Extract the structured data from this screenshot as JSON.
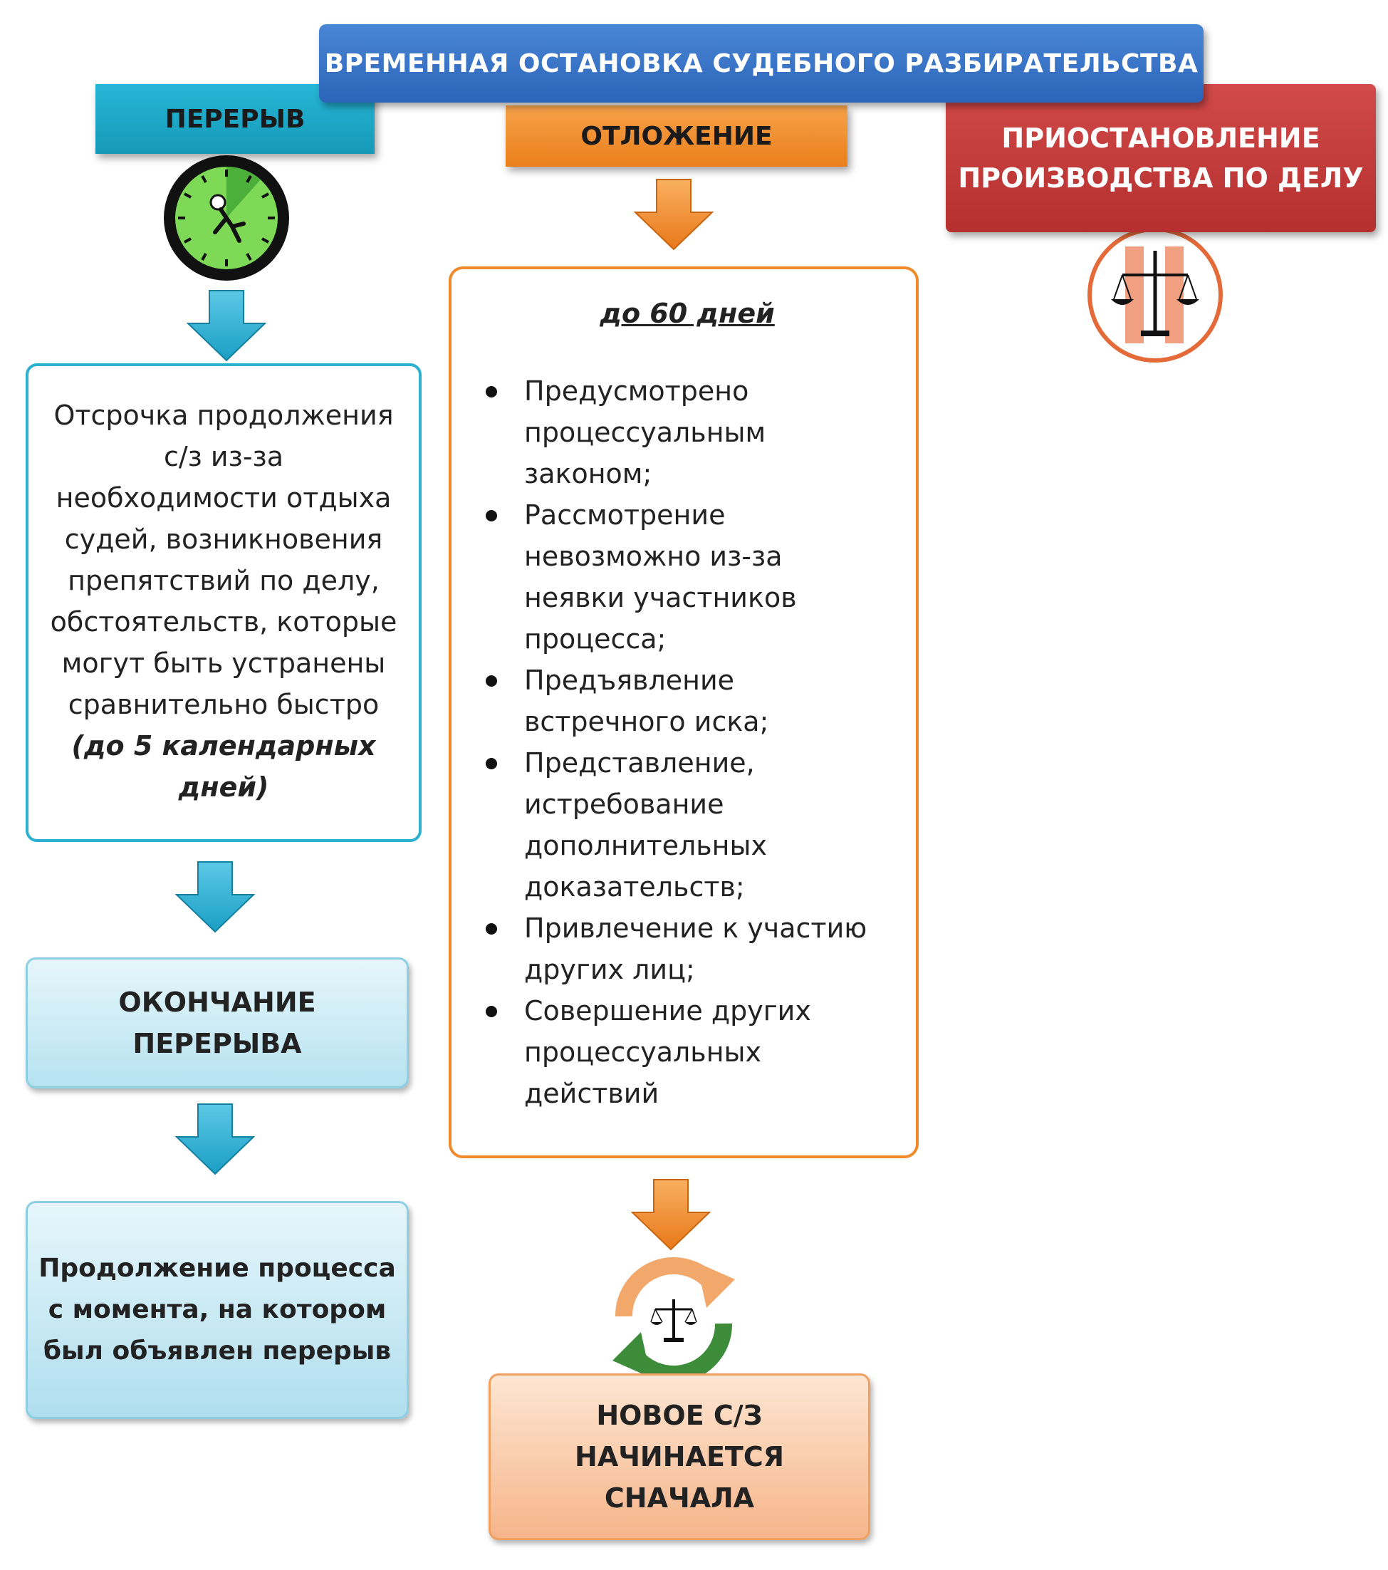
{
  "title": "ВРЕМЕННАЯ ОСТАНОВКА СУДЕБНОГО РАЗБИРАТЕЛЬСТВА",
  "categories": {
    "break": "ПЕРЕРЫВ",
    "postponement": "ОТЛОЖЕНИЕ",
    "suspension_line1": "ПРИОСТАНОВЛЕНИЕ",
    "suspension_line2": "ПРОИЗВОДСТВА ПО ДЕЛУ"
  },
  "break_desc": {
    "lines": [
      "Отсрочка продолжения",
      "с/з из-за",
      "необходимости отдыха",
      "судей, возникновения",
      "препятствий по делу,",
      "обстоятельств, которые",
      "могут быть устранены",
      "сравнительно быстро"
    ],
    "emphasis_line1": "(до 5 календарных",
    "emphasis_line2": "дней)"
  },
  "end_break": {
    "line1": "ОКОНЧАНИЕ",
    "line2": "ПЕРЕРЫВА"
  },
  "continue_process": {
    "line1": "Продолжение процесса",
    "line2": "с момента, на котором",
    "line3": "был объявлен перерыв"
  },
  "postponement": {
    "term": "до 60 дней",
    "items": [
      [
        "Предусмотрено",
        "процессуальным",
        "законом;"
      ],
      [
        "Рассмотрение",
        "невозможно из-за",
        "неявки участников",
        "процесса;"
      ],
      [
        "Предъявление",
        "встречного иска;"
      ],
      [
        "Представление,",
        "истребование",
        "дополнительных",
        "доказательств;"
      ],
      [
        "Привлечение к участию",
        "других лиц;"
      ],
      [
        "Совершение других",
        "процессуальных",
        "действий"
      ]
    ]
  },
  "new_session": {
    "line1": "НОВОЕ С/З",
    "line2": "НАЧИНАЕТСЯ",
    "line3": "СНАЧАЛА"
  },
  "icons": [
    "clock-icon",
    "scales-icon",
    "cycle-scales-icon",
    "down-arrow-icon"
  ],
  "colors": {
    "banner": "#2b64b8",
    "break": "#1699b8",
    "postponement": "#ea7f1c",
    "suspension": "#b52f2f"
  }
}
